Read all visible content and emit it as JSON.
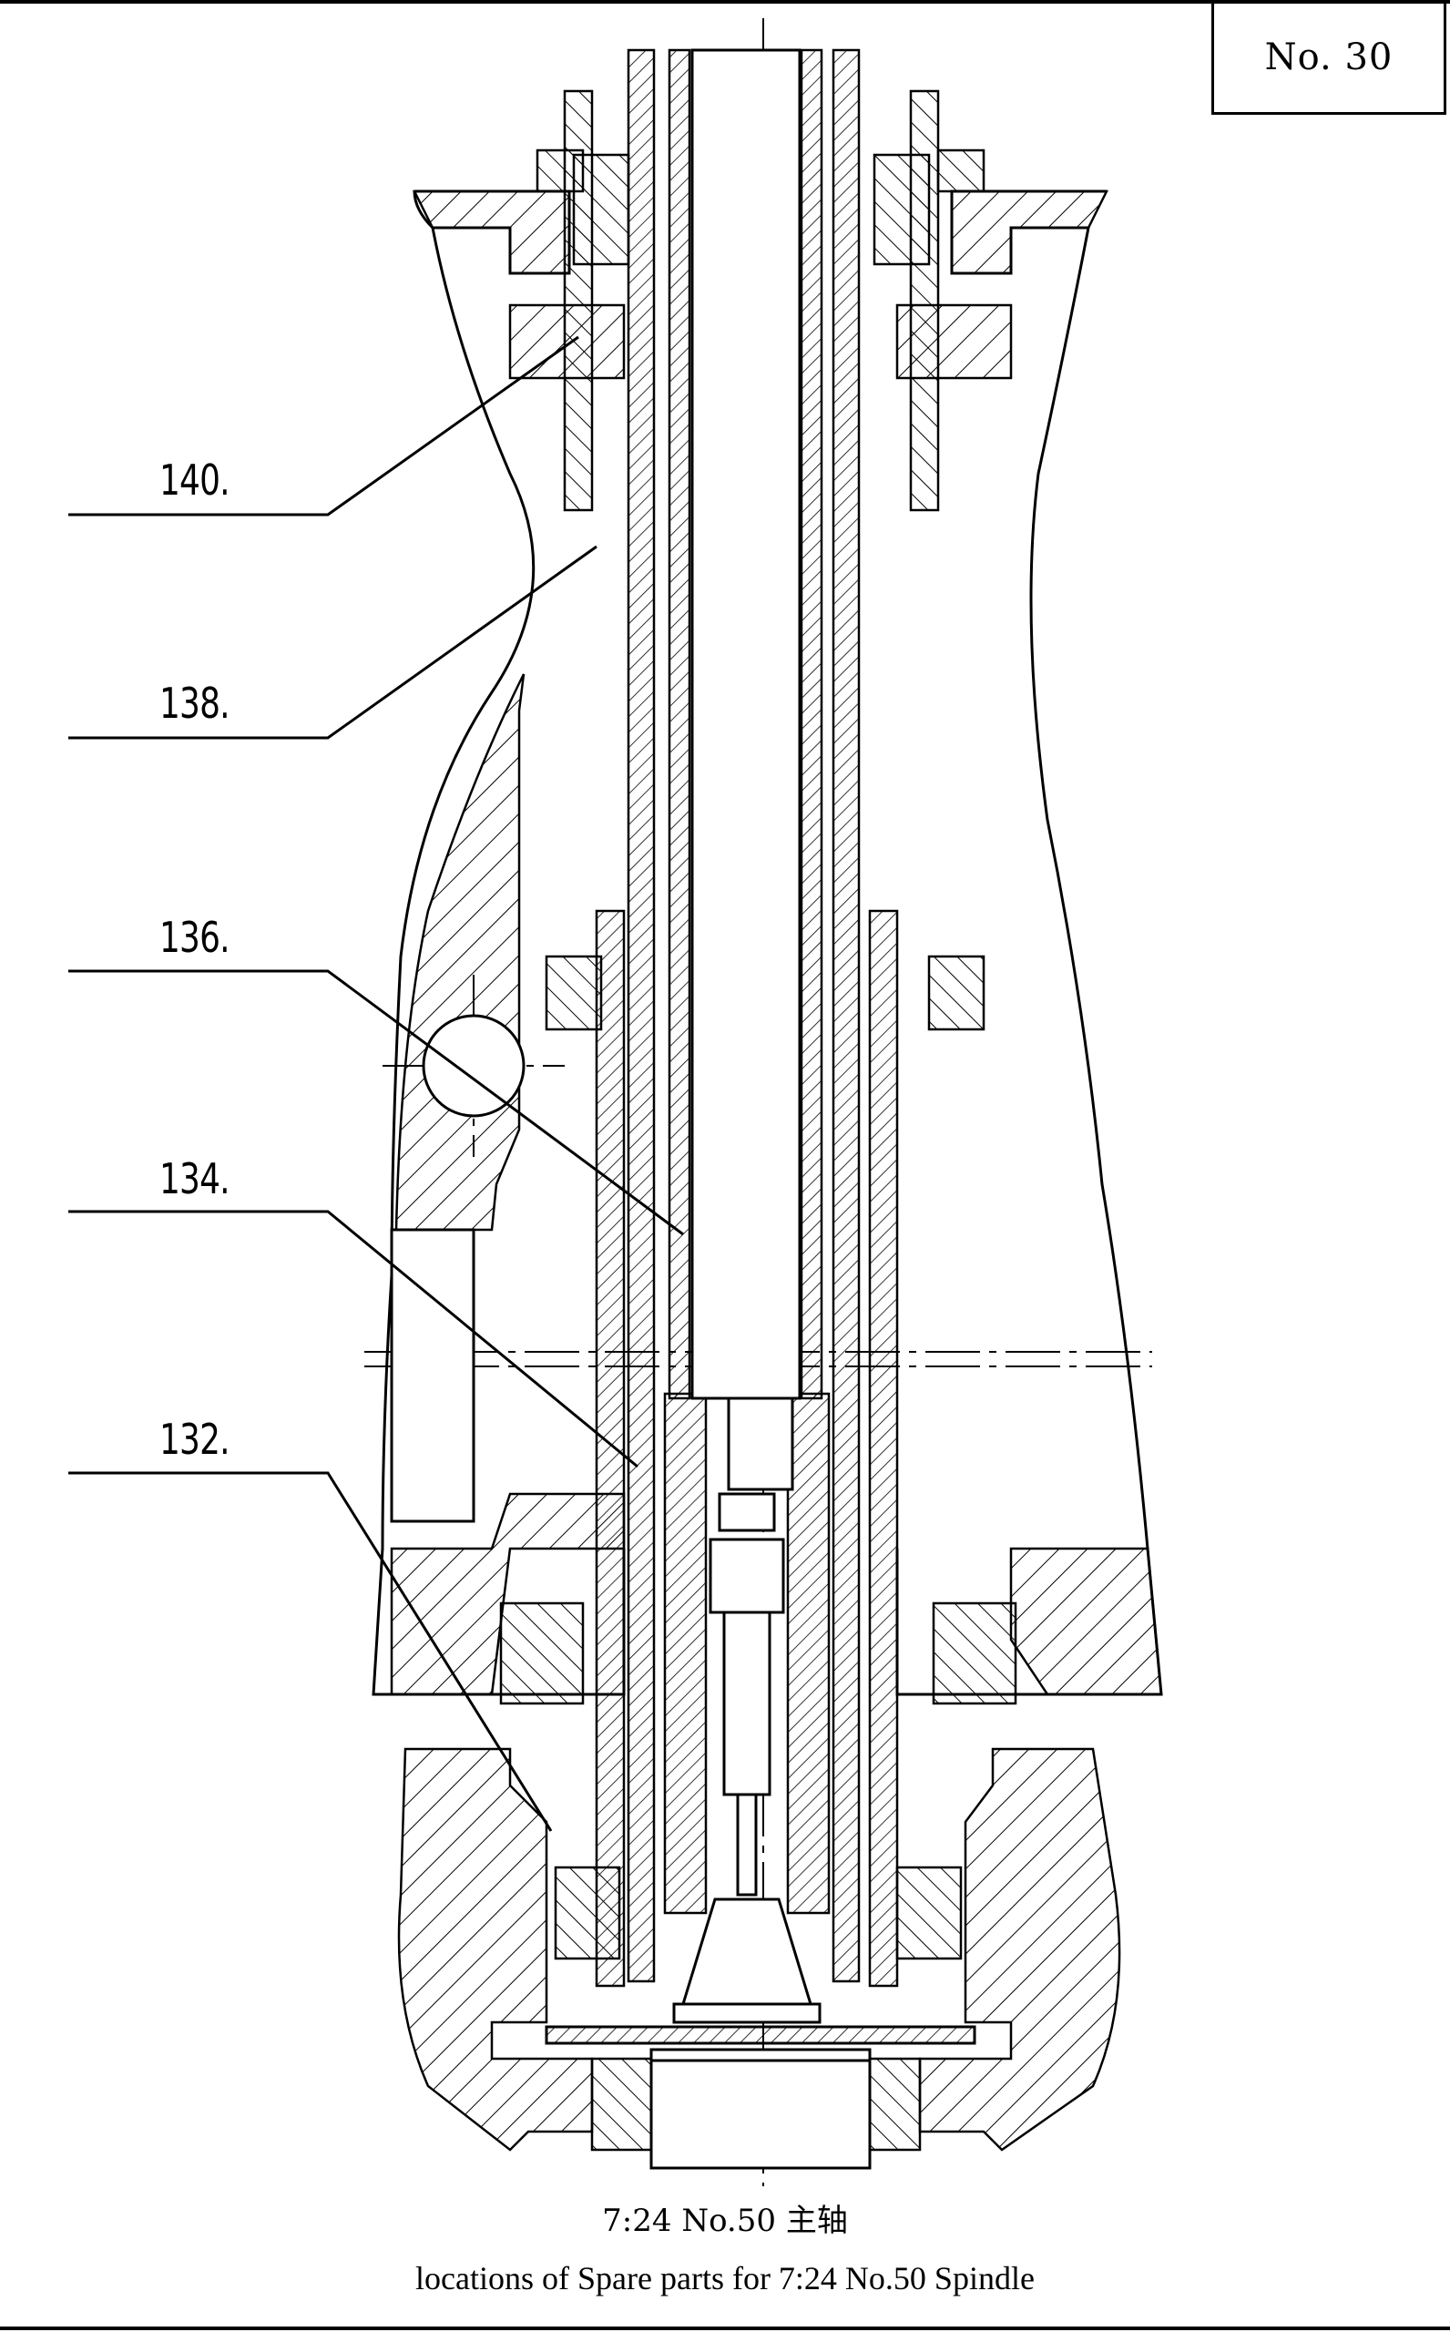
{
  "sheet": {
    "number": "No. 30"
  },
  "drawing": {
    "title_cn": "7:24 No.50 主轴",
    "title_en": "locations of Spare parts for 7:24 No.50 Spindle",
    "colors": {
      "line": "#000000",
      "background": "#ffffff"
    }
  },
  "callouts": [
    {
      "label": "140."
    },
    {
      "label": "138."
    },
    {
      "label": "136."
    },
    {
      "label": "134."
    },
    {
      "label": "132."
    }
  ]
}
